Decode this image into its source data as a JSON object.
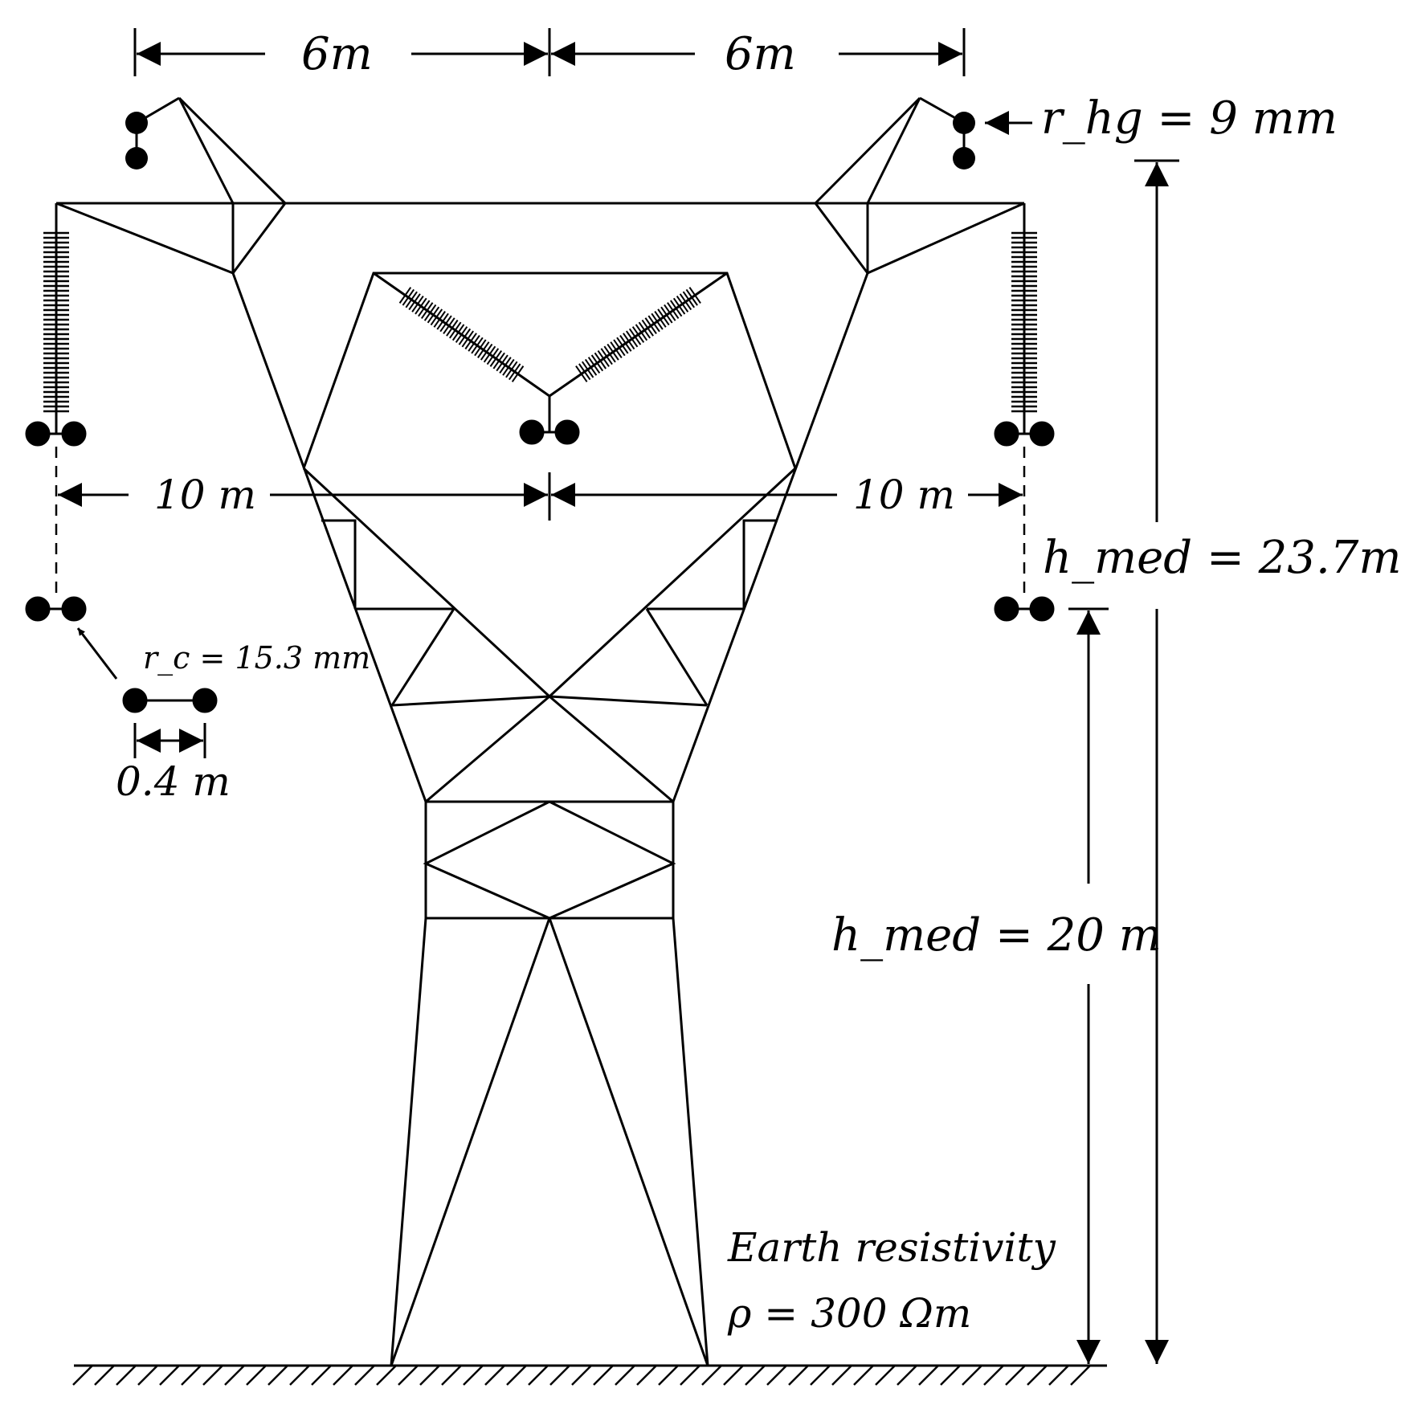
{
  "labels": {
    "top_span_left": "6m",
    "top_span_right": "6m",
    "ground_wire_radius": "r_hg = 9 mm",
    "phase_span_left": "10 m",
    "phase_span_right": "10 m",
    "height_ground_wire": "h_med = 23.7m",
    "height_phase": "h_med = 20 m",
    "conductor_radius": "r_c = 15.3 mm",
    "bundle_spacing": "0.4 m",
    "earth_resistivity_title": "Earth resistivity",
    "earth_resistivity_value": "ρ = 300 Ωm"
  },
  "colors": {
    "line": "#000000",
    "background": "#ffffff"
  }
}
